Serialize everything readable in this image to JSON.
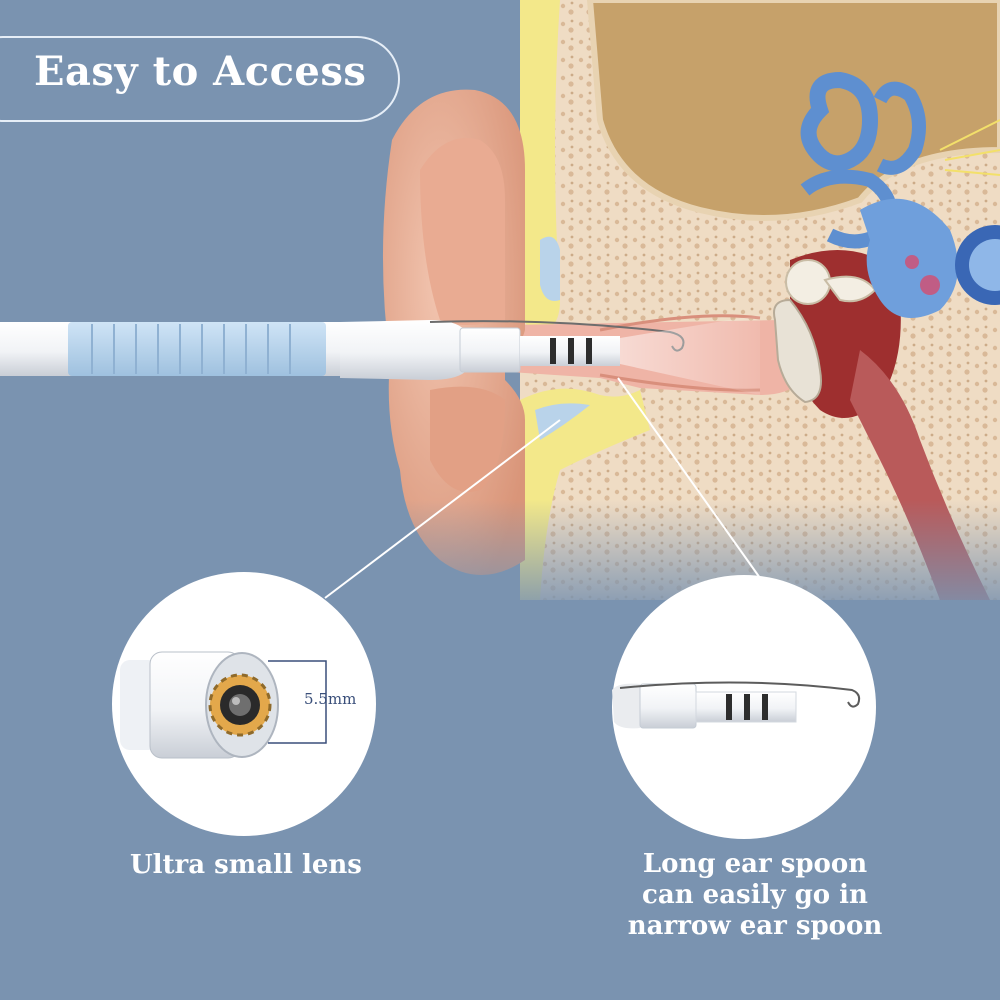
{
  "title": "Easy to Access",
  "features": {
    "lens": {
      "caption": "Ultra small lens",
      "measurement": "5.5mm"
    },
    "spoon": {
      "caption_lines": [
        "Long ear spoon",
        "can easily go in",
        "narrow ear spoon"
      ]
    }
  },
  "colors": {
    "background": "#7a93b0",
    "accent_blue": "#b9d6ee",
    "text": "#ffffff"
  }
}
